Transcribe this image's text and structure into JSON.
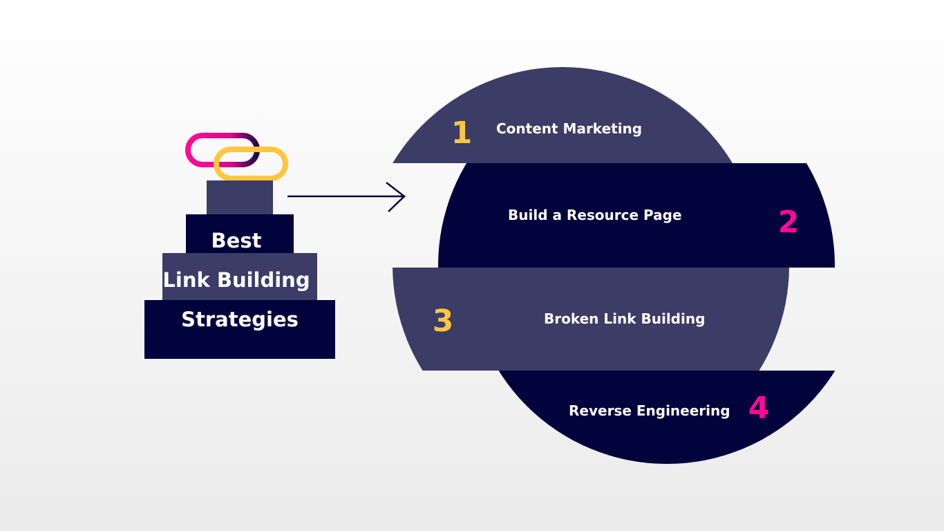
{
  "colors": {
    "navy": "#00033c",
    "slate": "#3b3d66",
    "yellow": "#ffc640",
    "magenta": "#ff0a96",
    "white": "#ffffff"
  },
  "pyramid": {
    "line1": "Best",
    "line2": "Link Building",
    "line3": "Strategies",
    "icon": "chain-link-icon"
  },
  "strategies": [
    {
      "number": "1",
      "label": "Content Marketing"
    },
    {
      "number": "2",
      "label": "Build a Resource Page"
    },
    {
      "number": "3",
      "label": "Broken Link Building"
    },
    {
      "number": "4",
      "label": "Reverse Engineering"
    }
  ]
}
